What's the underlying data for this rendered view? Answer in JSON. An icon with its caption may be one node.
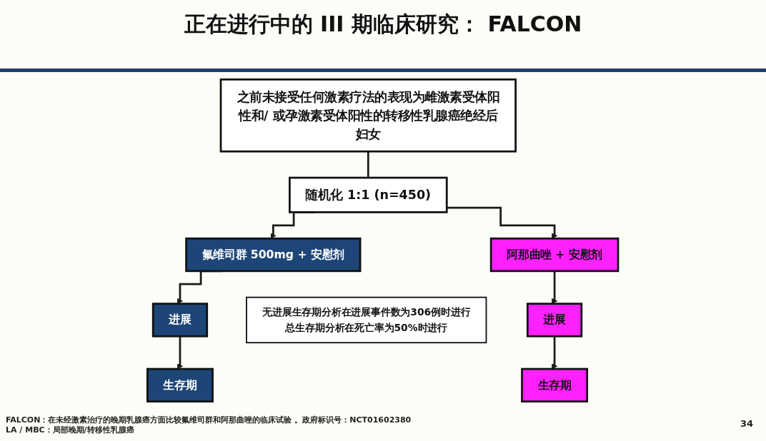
{
  "diagram": {
    "title": "正在进行中的 III 期临床研究： FALCON",
    "nodes": [
      {
        "text": [
          "之前未接受任何激素疗法的表现为雌激素受体阳性和/ 或孕激素受体阳性的转移性乳腺癌绝经后妇女"
        ]
      },
      {
        "text": [
          "随机化 1:1 (n=450)"
        ]
      },
      {
        "text": [
          "氟维司群 500mg + 安慰剂"
        ]
      },
      {
        "text": [
          "阿那曲唑 + 安慰剂"
        ]
      },
      {
        "text": [
          "进展"
        ]
      },
      {
        "text": [
          "进展"
        ]
      },
      {
        "text": [
          "无进展生存期分析在进展事件数为306例时进行",
          "总生存期分析在死亡率为50%时进行"
        ]
      },
      {
        "text": [
          "生存期"
        ]
      },
      {
        "text": [
          "生存期"
        ]
      }
    ],
    "edges": [
      {
        "from": 0,
        "to": 1,
        "arrow": "none"
      },
      {
        "from": 1,
        "to": 2,
        "arrow": "to"
      },
      {
        "from": 1,
        "to": 3,
        "arrow": "to"
      },
      {
        "from": 2,
        "to": 4,
        "arrow": "to"
      },
      {
        "from": 3,
        "to": 5,
        "arrow": "to"
      },
      {
        "from": 4,
        "to": 7,
        "arrow": "to"
      },
      {
        "from": 5,
        "to": 8,
        "arrow": "to"
      }
    ],
    "labels": [
      "FALCON：在未经激素治疗的晚期乳腺癌方面比较氟维司群和阿那曲唑的临床试验 。政府标识号：NCT01602380",
      "LA / MBC：局部晚期/转移性乳腺癌",
      "34"
    ]
  }
}
